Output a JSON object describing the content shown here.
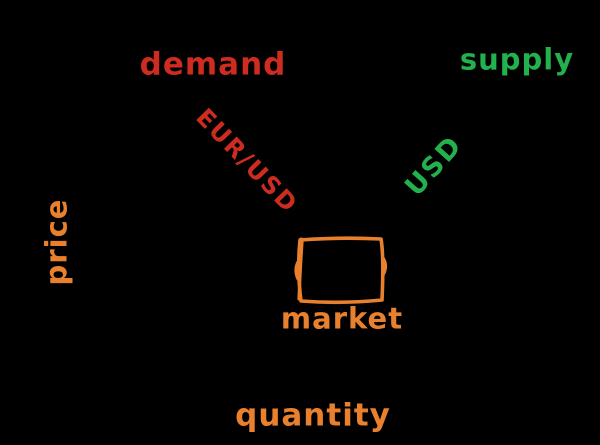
{
  "canvas": {
    "background": "#000000"
  },
  "diagram": {
    "nodes": {
      "demand": {
        "label": "demand",
        "color": "#ce2c21"
      },
      "supply": {
        "label": "supply",
        "color": "#22b14c"
      },
      "market": {
        "label": "market",
        "color": "#e8802e",
        "shape": "rough-rectangle"
      }
    },
    "edges": {
      "demand_to_market": {
        "label": "EUR/USD",
        "color": "#ce2c21",
        "rotation_deg": 46
      },
      "supply_to_market": {
        "label": "USD",
        "color": "#22b14c",
        "rotation_deg": -48
      }
    },
    "axes": {
      "price": {
        "label": "price",
        "color": "#e8802e",
        "orientation": "vertical"
      },
      "quantity": {
        "label": "quantity",
        "color": "#e8802e",
        "orientation": "horizontal"
      }
    }
  }
}
